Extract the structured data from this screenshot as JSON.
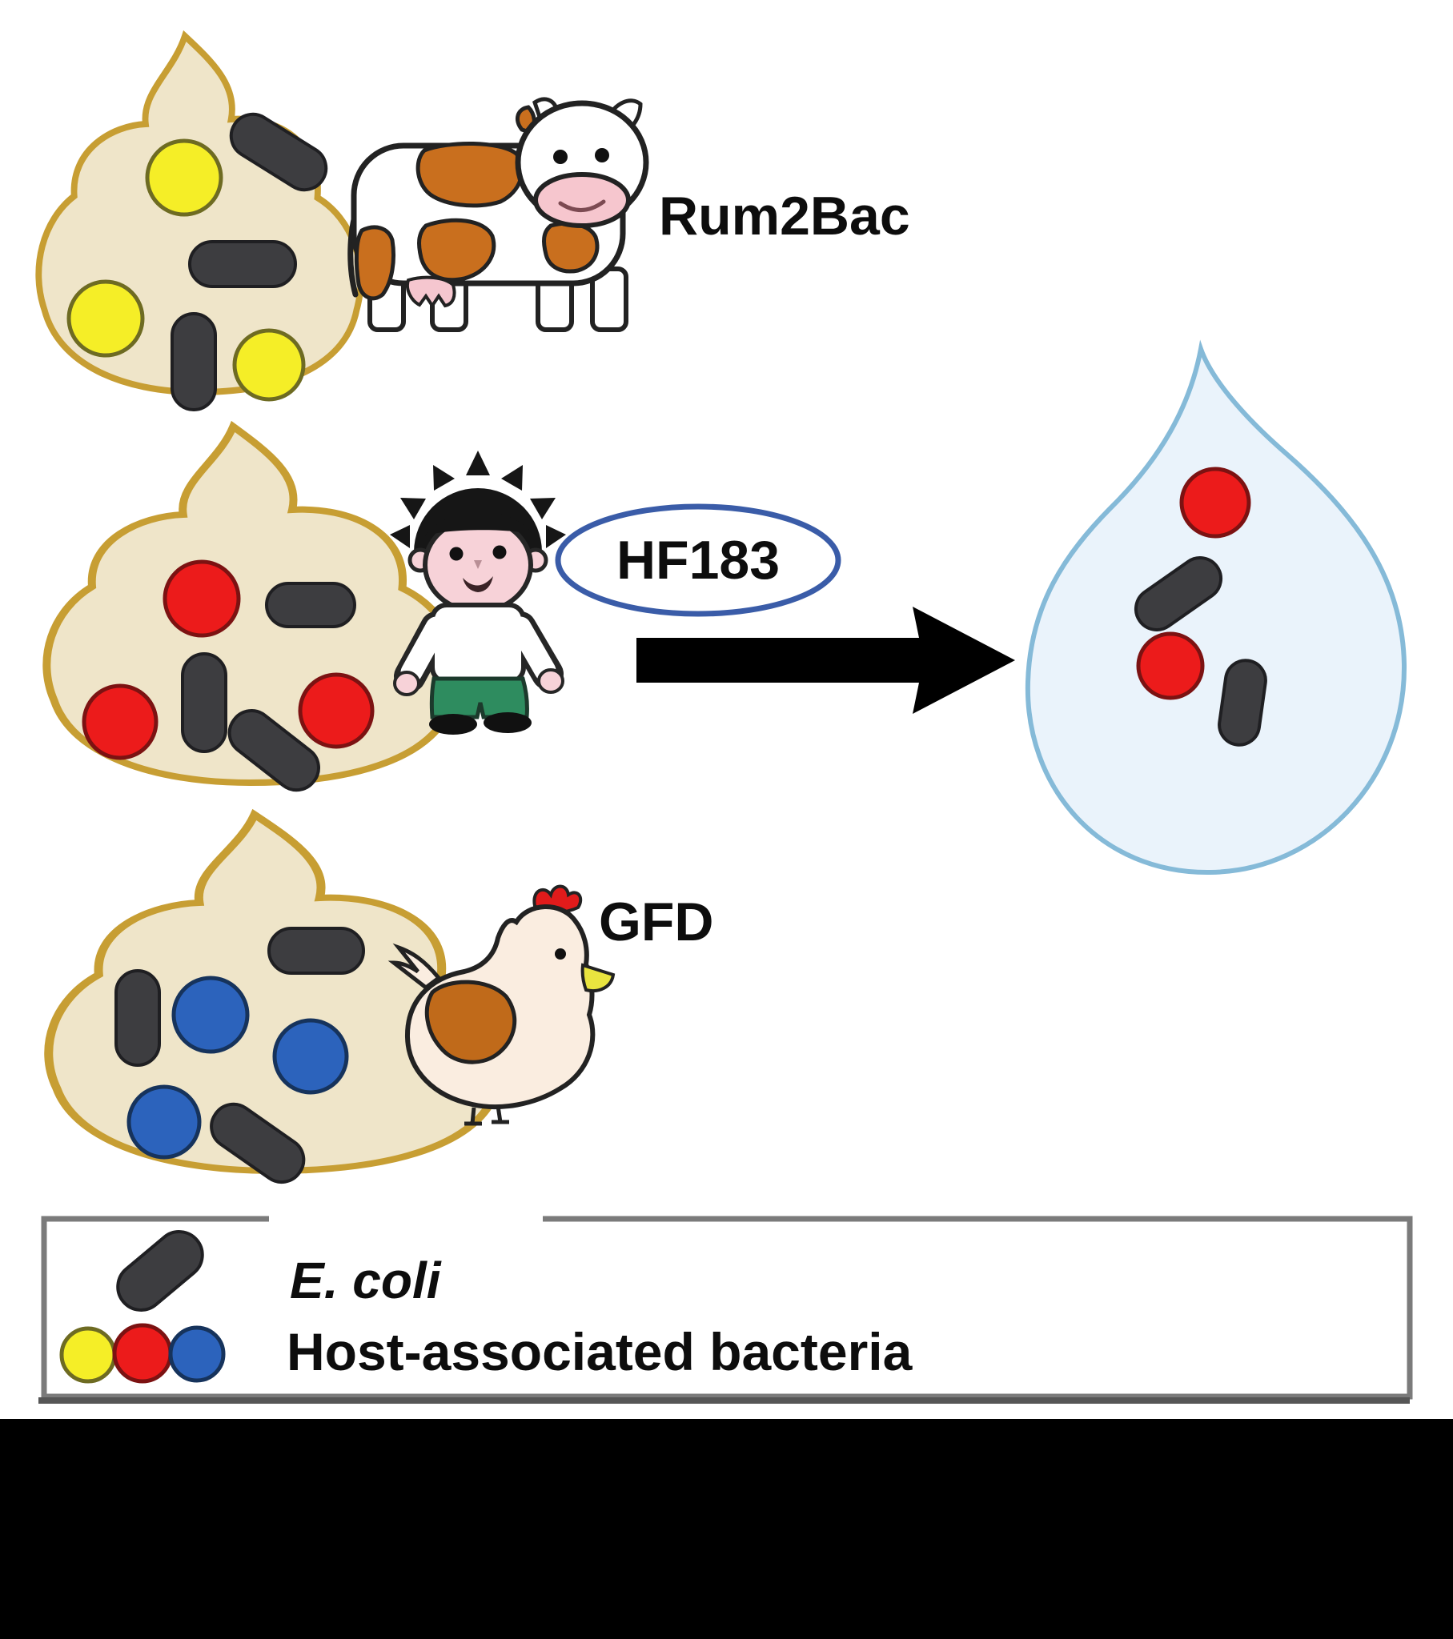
{
  "figure": {
    "type": "microbial-source-tracking-diagram",
    "sources": [
      {
        "animal": "cow",
        "marker_label": "Rum2Bac",
        "bacteria_color": "#f5ee27",
        "label_circled": false
      },
      {
        "animal": "boy",
        "marker_label": "HF183",
        "bacteria_color": "#ec1b1b",
        "label_circled": true
      },
      {
        "animal": "chicken",
        "marker_label": "GFD",
        "bacteria_color": "#2c63bc",
        "label_circled": false
      }
    ],
    "water_droplet": {
      "red_circles": 2,
      "dark_rods": 2
    },
    "legend": {
      "rod_label": "E. coli",
      "circles_label": "Host-associated bacteria",
      "circle_colors": [
        "#f5ee27",
        "#ec1b1b",
        "#2c63bc"
      ]
    },
    "colors": {
      "pile_fill": "#efe5c9",
      "pile_stroke": "#c79e33",
      "rod_fill": "#3d3d40",
      "droplet_fill": "#eaf3fb",
      "droplet_stroke": "#85bad8",
      "oval_stroke": "#3a5ca8",
      "arrow": "#000000",
      "legend_border": "#7b7b7b",
      "bottom_bar": "#000000"
    }
  }
}
